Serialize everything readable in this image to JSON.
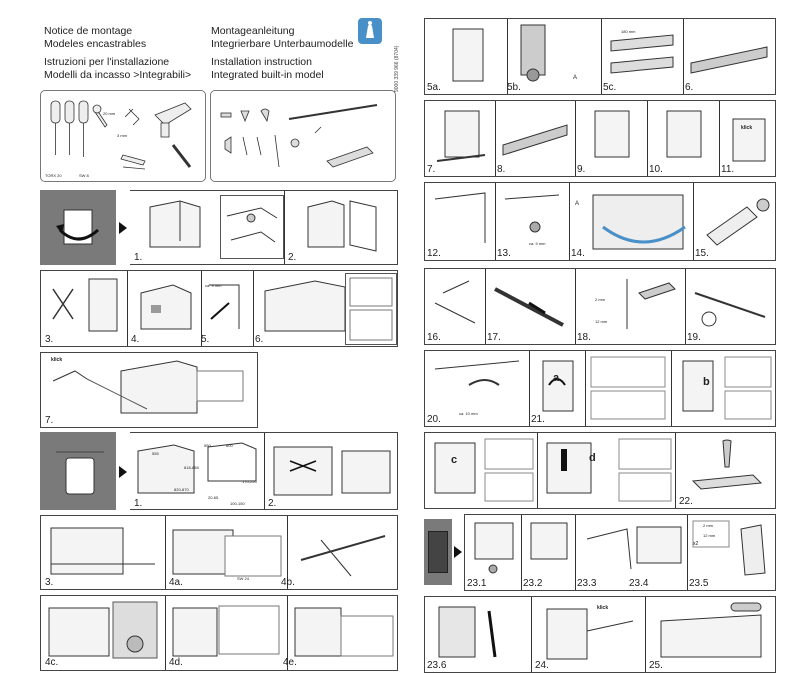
{
  "header": {
    "col1": [
      "Notice de montage",
      "Modeles encastrables",
      "Istruzioni per l'installazione",
      "Modelli da incasso >Integrabili>"
    ],
    "col2": [
      "Montageanleitung",
      "Integrierbare Unterbaumodelle",
      "Installation instruction",
      "Integrated built-in model"
    ],
    "doc_code": "9000 339 966 (8704)"
  },
  "left_steps": {
    "row_a": [
      "1.",
      "2."
    ],
    "row_b": [
      "3.",
      "4.",
      "5.",
      "6."
    ],
    "row_c": [
      "7."
    ],
    "row_d": [
      "1.",
      "2."
    ],
    "row_e": [
      "3.",
      "4a.",
      "4b."
    ],
    "row_f": [
      "4c.",
      "4d.",
      "4e."
    ]
  },
  "right_steps": {
    "row1": [
      "5a.",
      "5b.",
      "5c.",
      "6."
    ],
    "row2": [
      "7.",
      "8.",
      "9.",
      "10.",
      "11."
    ],
    "row3": [
      "12.",
      "13.",
      "14.",
      "15."
    ],
    "row4": [
      "16.",
      "17.",
      "18.",
      "19."
    ],
    "row5": [
      "20.",
      "21."
    ],
    "row6": [
      "22."
    ],
    "row7": [
      "23.1",
      "23.2",
      "23.3",
      "23.4",
      "23.5"
    ],
    "row8": [
      "23.6",
      "24.",
      "25."
    ]
  },
  "callouts": {
    "a": "a",
    "b": "b",
    "c": "c",
    "d": "d",
    "A": "A",
    "klick": "klick",
    "m1": "180 mm",
    "m2": "ca. 9 mm",
    "m3": "ca. 10 mm",
    "m4": "2 mm",
    "m5": "12 mm",
    "m6": "SW 24",
    "m7": "555",
    "m8": "550",
    "m9": "600",
    "m10": "818-858",
    "m11": "820-870",
    "m12": "170-220",
    "m13": "20-65",
    "m14": "100-150",
    "m15": "TORX 20",
    "m16": "SW 8",
    "m17": "20 mm",
    "m18": "3 mm",
    "x2": "x2"
  }
}
